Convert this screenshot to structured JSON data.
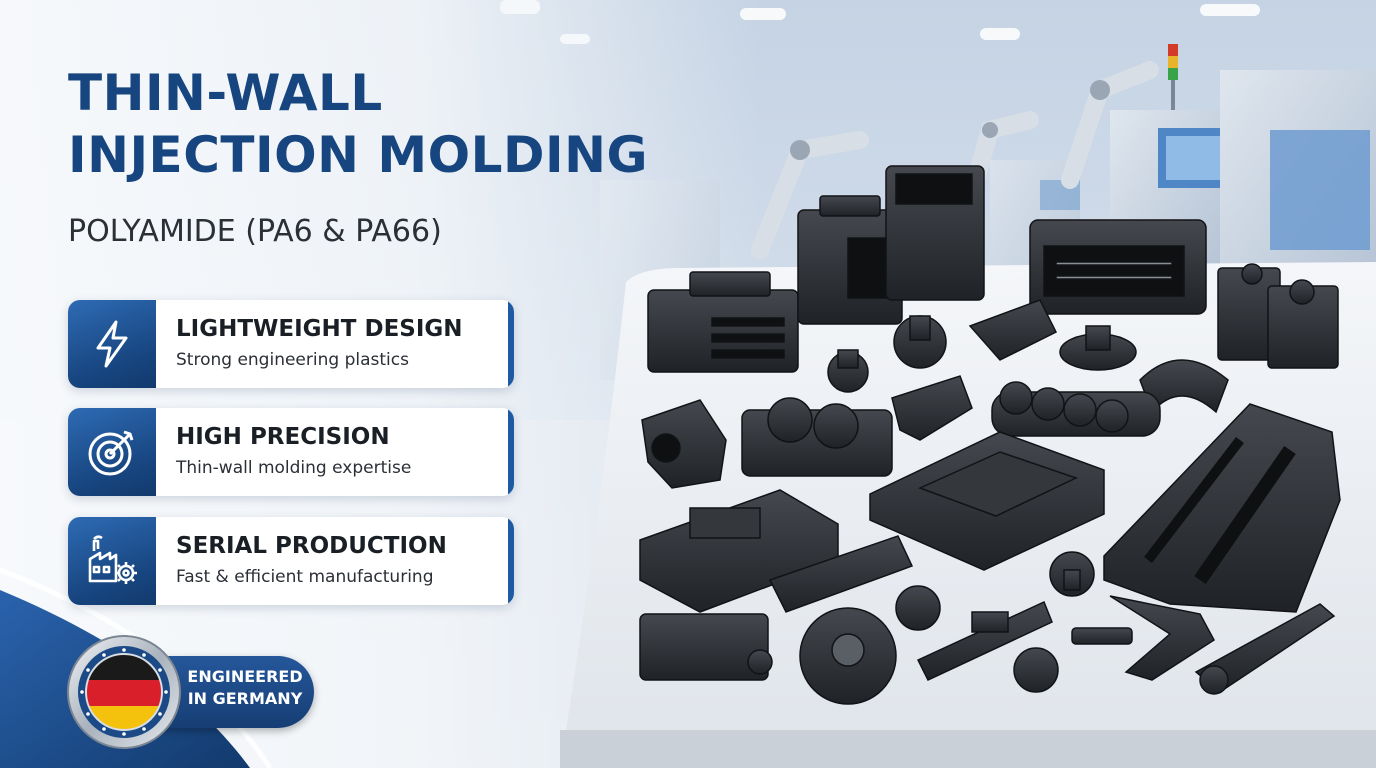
{
  "banner": {
    "title_line1": "THIN-WALL",
    "title_line2": "INJECTION MOLDING",
    "subtitle": "POLYAMIDE (PA6 & PA66)"
  },
  "features": [
    {
      "icon": "lightning-bolt-icon",
      "title": "LIGHTWEIGHT DESIGN",
      "subtitle": "Strong engineering plastics"
    },
    {
      "icon": "target-arrow-icon",
      "title": "HIGH PRECISION",
      "subtitle": "Thin-wall molding expertise"
    },
    {
      "icon": "factory-gear-icon",
      "title": "SERIAL PRODUCTION",
      "subtitle": "Fast & efficient manufacturing"
    }
  ],
  "badge": {
    "line1": "ENGINEERED",
    "line2": "IN GERMANY",
    "flag_colors": [
      "#1a1a1a",
      "#d9202a",
      "#f4c20d"
    ]
  },
  "colors": {
    "brand_blue": "#17457f",
    "accent_blue": "#1d5aa3",
    "part_black": "#2a2d31"
  }
}
